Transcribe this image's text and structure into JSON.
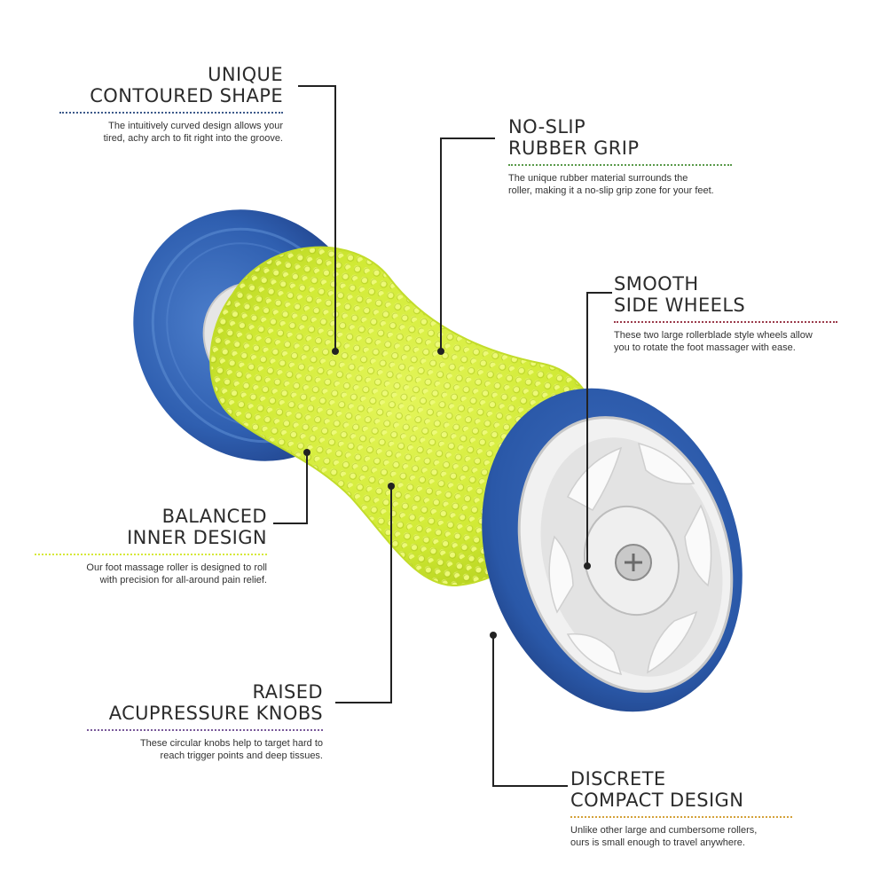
{
  "features": [
    {
      "id": "contoured",
      "title_lines": [
        "UNIQUE",
        "CONTOURED SHAPE"
      ],
      "desc_lines": [
        "The intuitively curved design allows your",
        "tired, achy arch to fit right into the groove."
      ],
      "rule_color": "#3d5a8a"
    },
    {
      "id": "grip",
      "title_lines": [
        "NO-SLIP",
        "RUBBER GRIP"
      ],
      "desc_lines": [
        "The unique rubber material surrounds the",
        "roller, making it a no-slip grip zone for your feet."
      ],
      "rule_color": "#5a9a4a"
    },
    {
      "id": "wheels",
      "title_lines": [
        "SMOOTH",
        "SIDE WHEELS"
      ],
      "desc_lines": [
        "These two large rollerblade style wheels allow",
        "you to rotate the foot massager with ease."
      ],
      "rule_color": "#9a3a4a"
    },
    {
      "id": "balanced",
      "title_lines": [
        "BALANCED",
        "INNER DESIGN"
      ],
      "desc_lines": [
        "Our foot massage roller is designed to roll",
        "with precision for all-around pain relief."
      ],
      "rule_color": "#d6e83a"
    },
    {
      "id": "knobs",
      "title_lines": [
        "RAISED",
        "ACUPRESSURE KNOBS"
      ],
      "desc_lines": [
        "These circular knobs help to target hard to",
        "reach trigger points and deep tissues."
      ],
      "rule_color": "#7a5a9a"
    },
    {
      "id": "compact",
      "title_lines": [
        "DISCRETE",
        "COMPACT DESIGN"
      ],
      "desc_lines": [
        "Unlike other large and cumbersome rollers,",
        "ours is small enough to travel anywhere."
      ],
      "rule_color": "#d4a23a"
    }
  ],
  "colors": {
    "wheel_blue": "#2f5fb0",
    "wheel_dark": "#1f3f85",
    "roller_lime": "#d4ec3c",
    "hub_white": "#e9e9e9",
    "leader_line": "#222222"
  }
}
